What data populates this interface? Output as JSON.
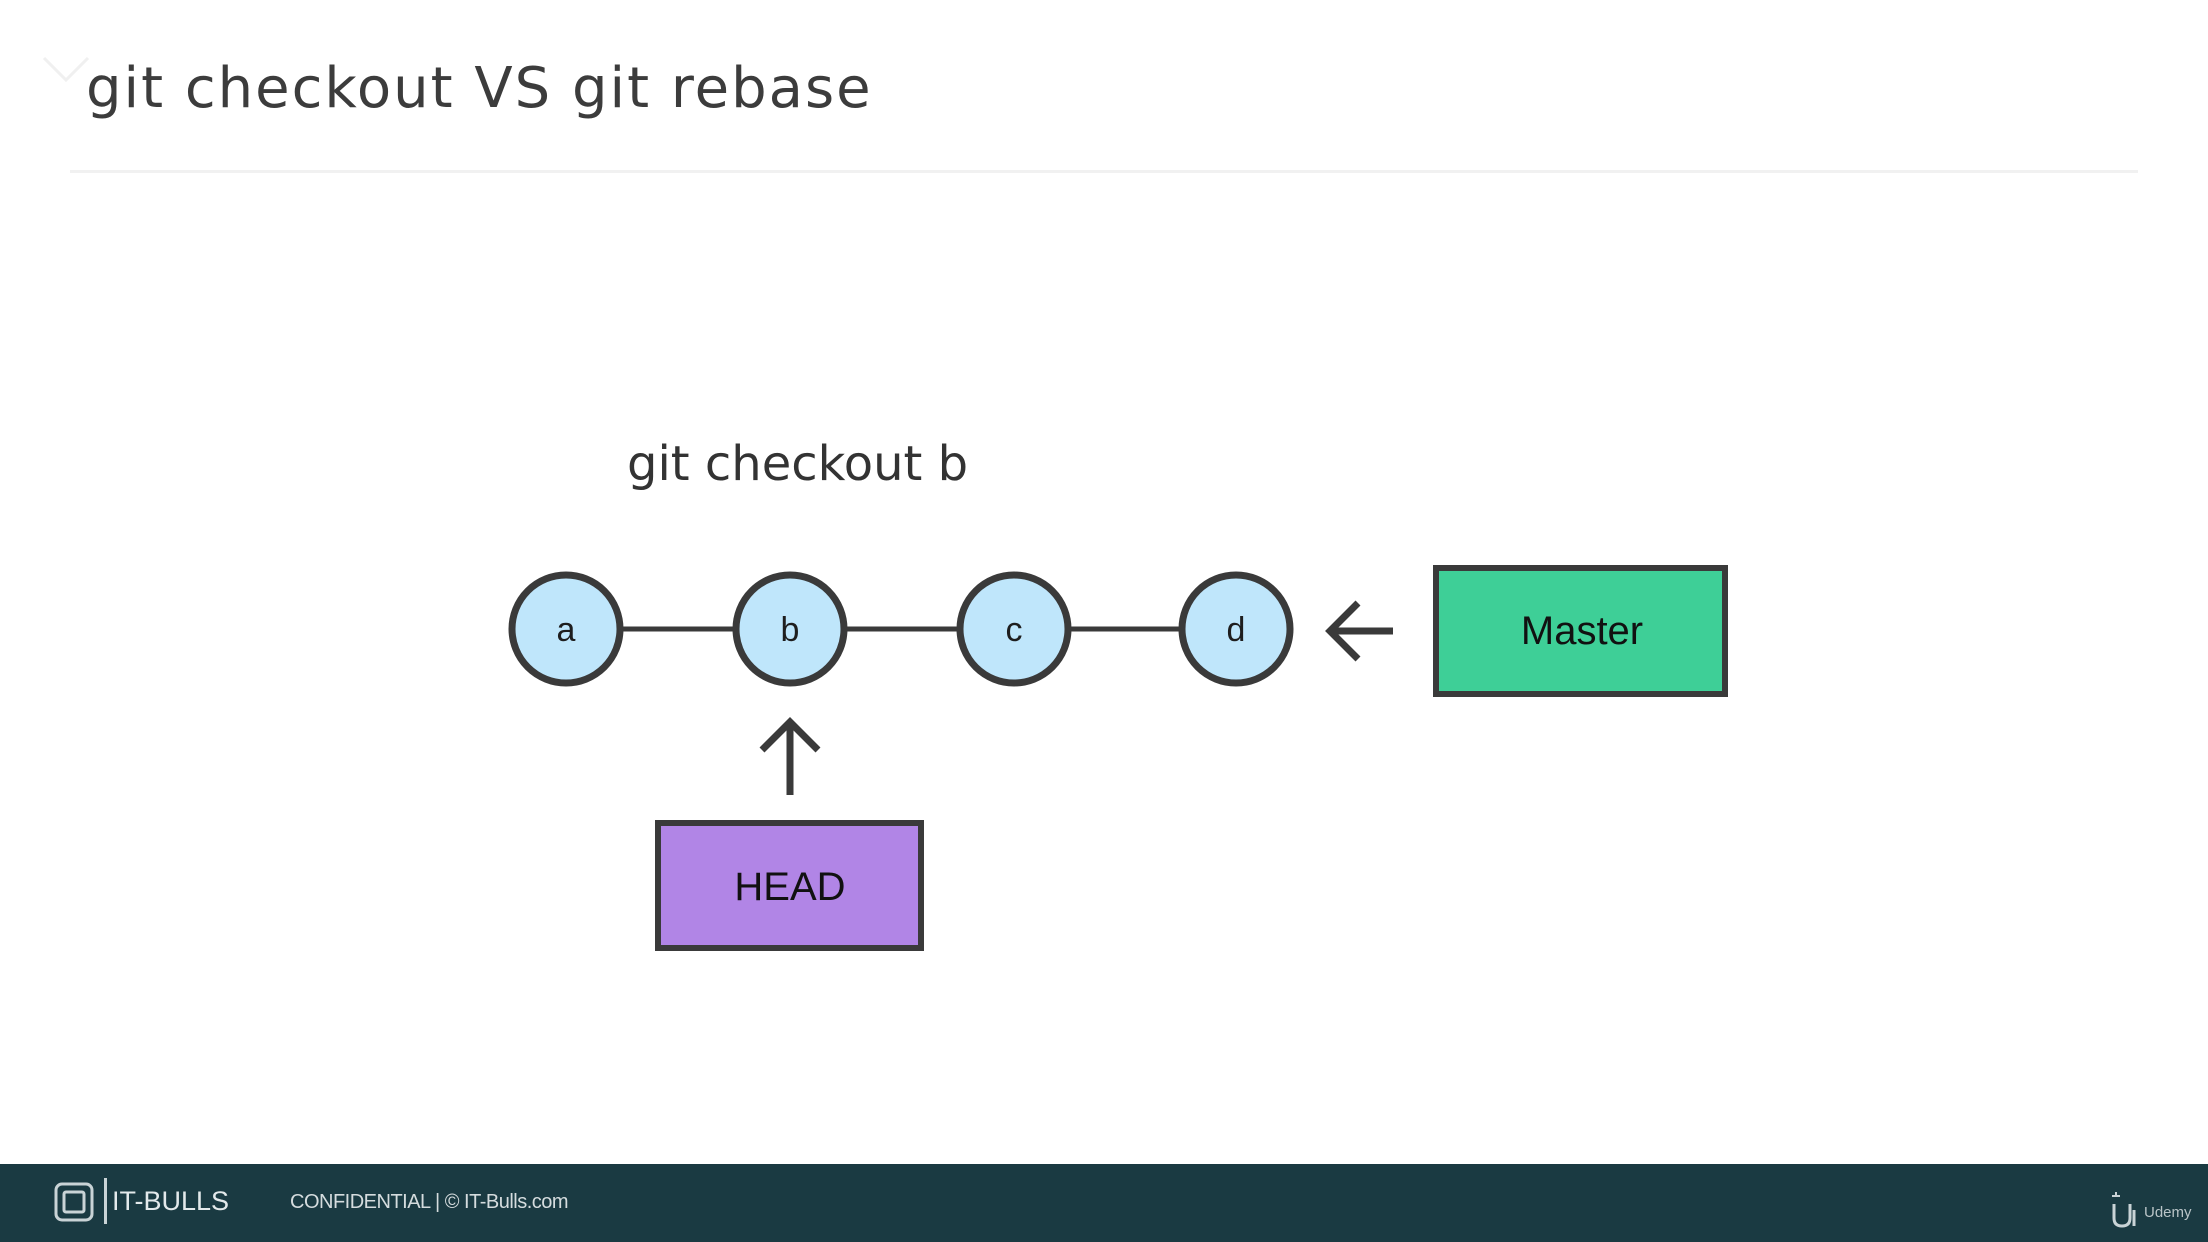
{
  "slide": {
    "title": "git checkout VS git rebase",
    "command": "git checkout b"
  },
  "diagram": {
    "nodes": [
      {
        "id": "a",
        "label": "a"
      },
      {
        "id": "b",
        "label": "b"
      },
      {
        "id": "c",
        "label": "c"
      },
      {
        "id": "d",
        "label": "d"
      }
    ],
    "master_label": "Master",
    "head_label": "HEAD",
    "head_target": "b",
    "master_target": "d",
    "colors": {
      "node_fill": "#bfe6fb",
      "node_stroke": "#3a3a3a",
      "master_fill": "#3ecf97",
      "head_fill": "#b185e6",
      "edge": "#3a3a3a"
    }
  },
  "footer": {
    "brand": "IT-BULLS",
    "legal": "CONFIDENTIAL  |  © IT-Bulls.com",
    "platform": "Udemy",
    "background": "#1a3a42"
  }
}
